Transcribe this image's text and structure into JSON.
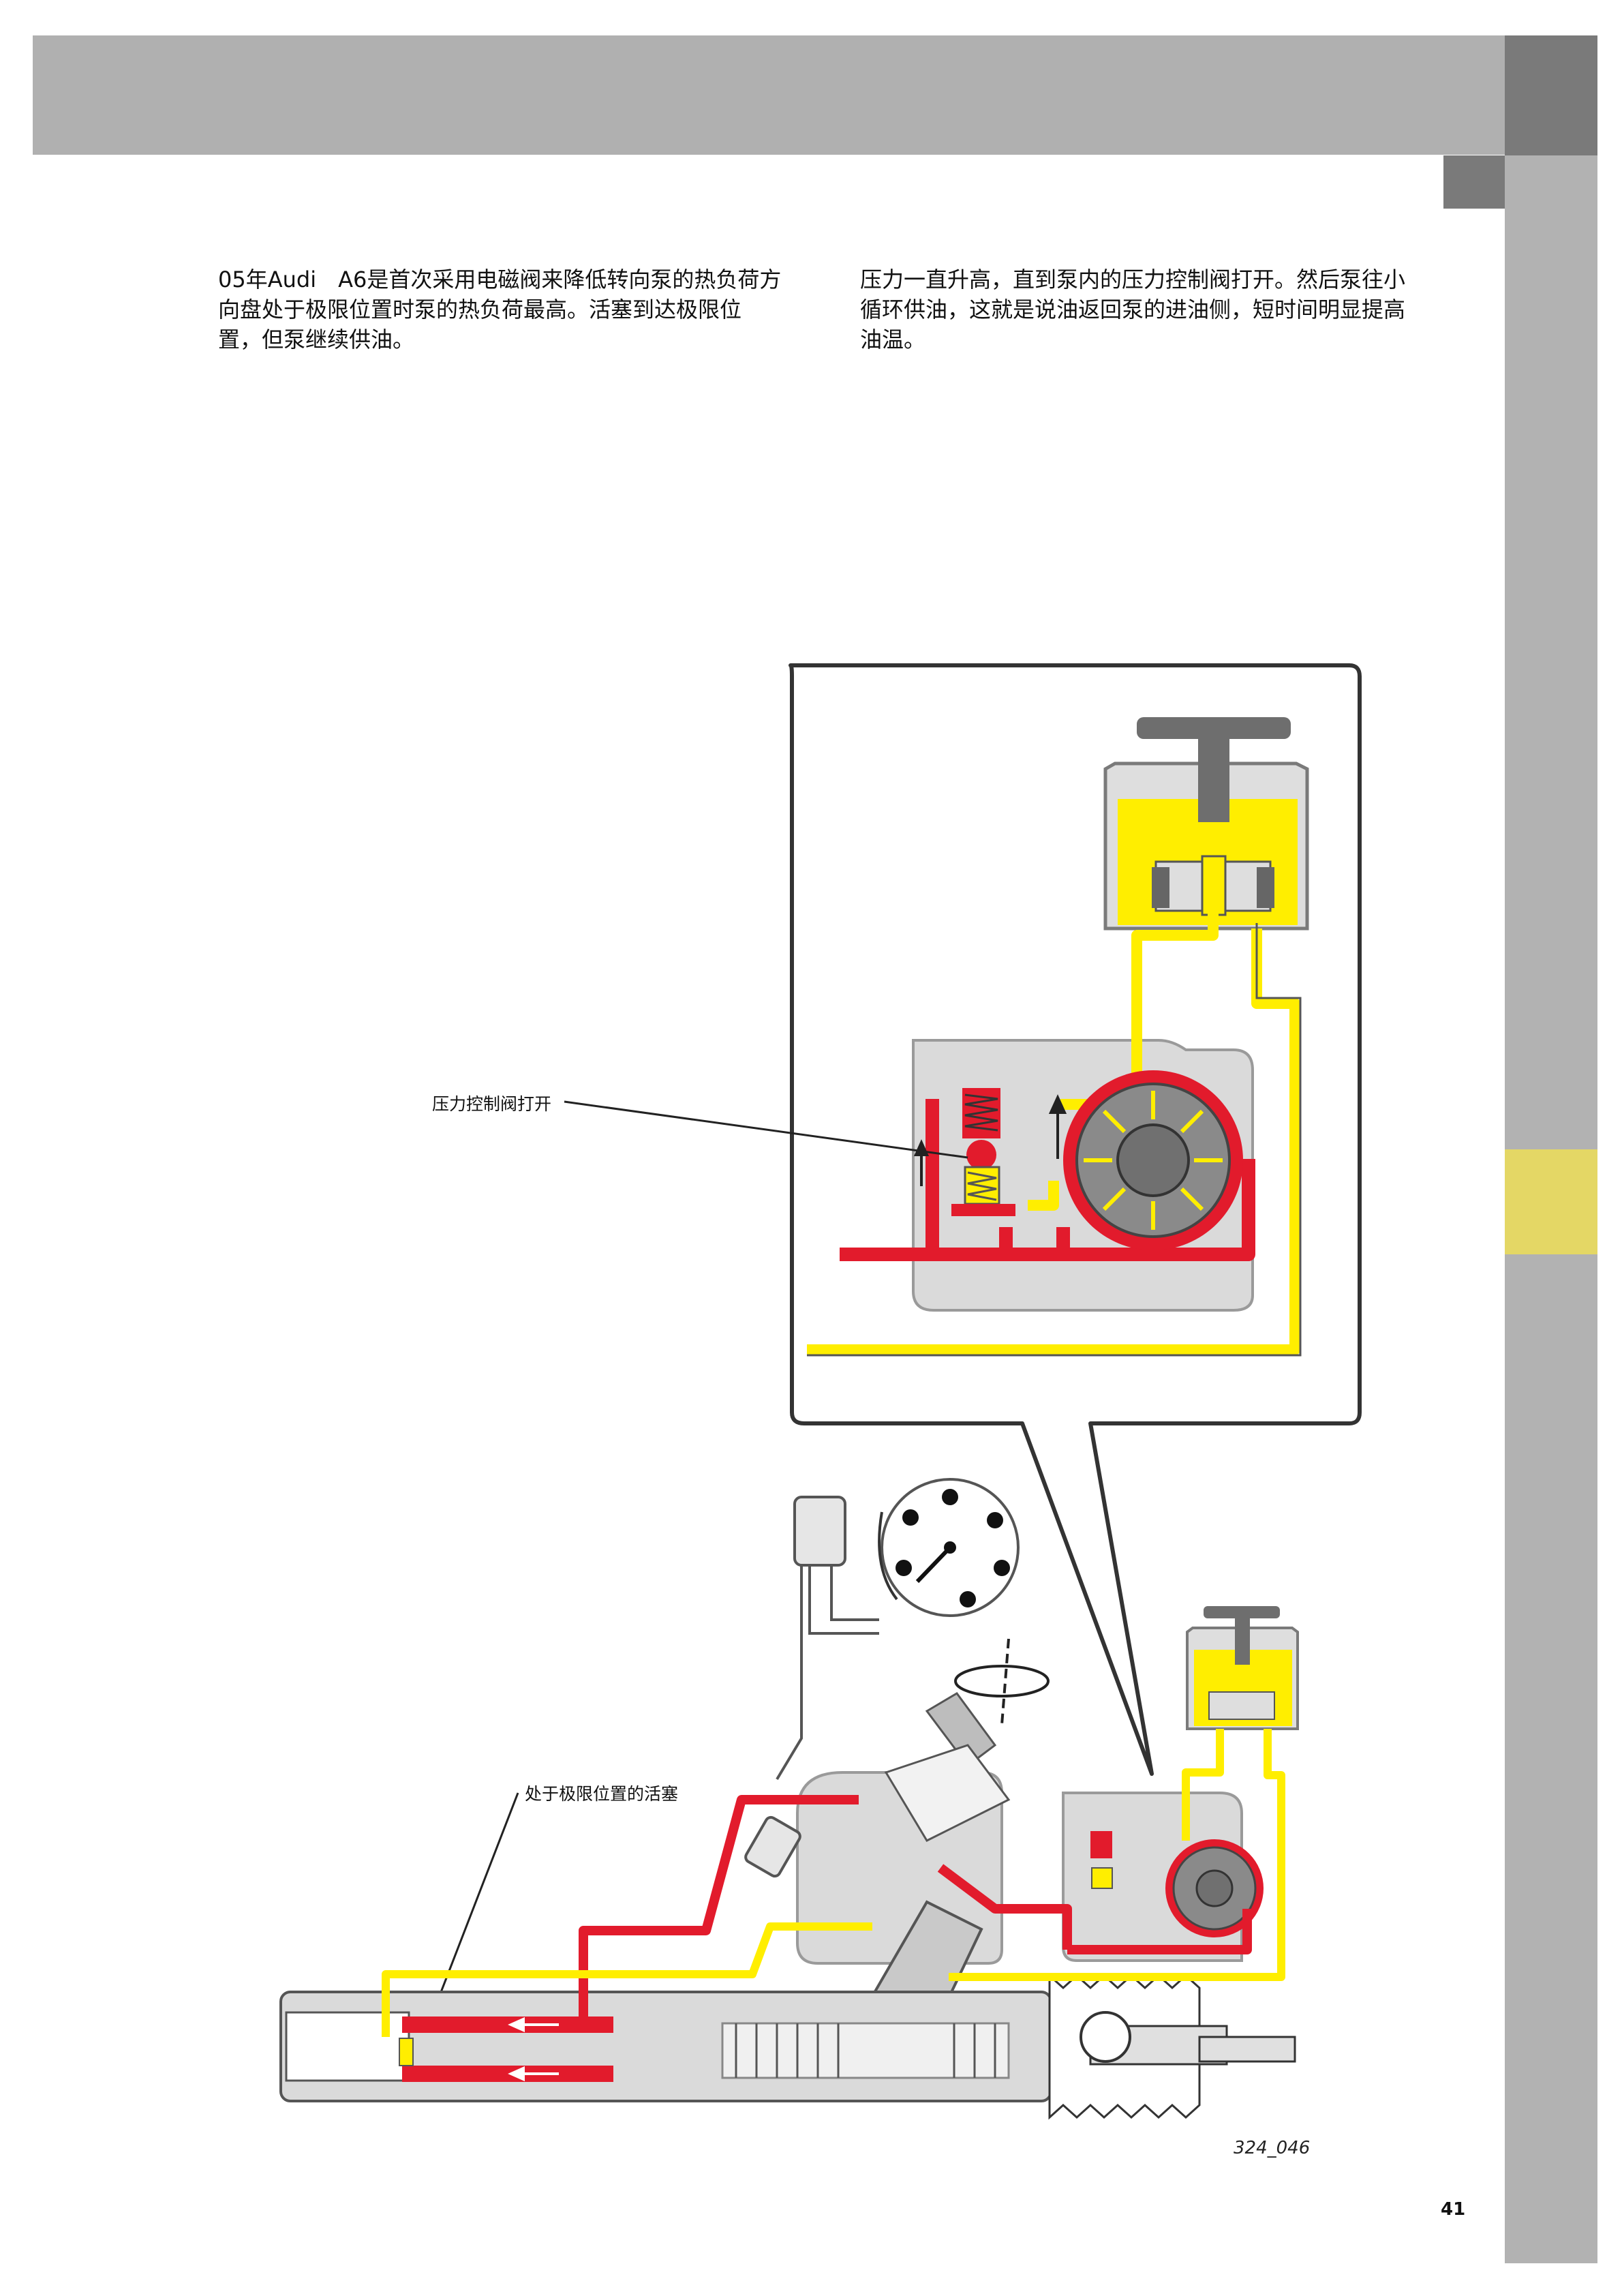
{
  "paragraphs": {
    "left": "05年Audi　A6是首次采用电磁阀来降低转向泵的热负荷方向盘处于极限位置时泵的热负荷最高。活塞到达极限位置，但泵继续供油。",
    "right": "压力一直升高，直到泵内的压力控制阀打开。然后泵往小循环供油，这就是说油返回泵的进油侧，短时间明显提高油温。"
  },
  "labels": {
    "valve_open": "压力控制阀打开",
    "piston_end": "处于极限位置的活塞"
  },
  "figure_id": "324_046",
  "page_number": "41",
  "colors": {
    "band_gray": "#b0b0b0",
    "band_dark": "#7a7a7a",
    "tab_yellow": "#e4d765",
    "oil_yellow": "#ffee00",
    "pressure_red": "#e21b2c",
    "housing_gray": "#dadada"
  }
}
